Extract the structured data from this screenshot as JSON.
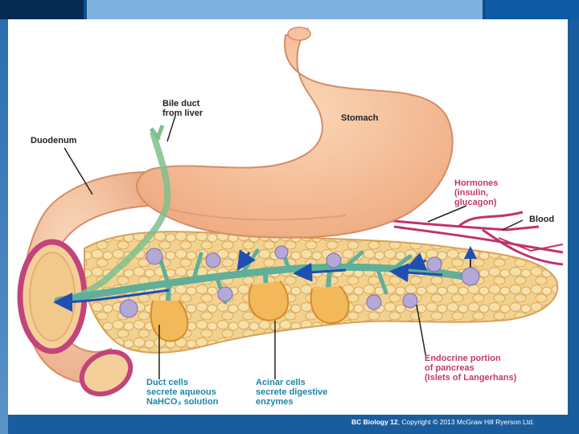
{
  "labels": {
    "bile_duct": "Bile duct\nfrom liver",
    "stomach": "Stomach",
    "duodenum": "Duodenum",
    "hormones": "Hormones\n(insulin,\nglucagon)",
    "blood": "Blood",
    "endocrine": "Endocrine portion\nof pancreas\n(Islets of Langerhans)",
    "duct_cells": "Duct cells\nsecrete aqueous\nNaHCO₃ solution",
    "acinar_cells": "Acinar cells\nsecrete digestive\nenzymes"
  },
  "credit": {
    "book": "BC Biology 12",
    "rest": ", Copyright © 2013 McGraw Hill Ryerson Ltd."
  },
  "colors": {
    "stomach": "#f7c39a",
    "pancreas": "#f1d9a0",
    "duct": "#2f7f7a",
    "arrow": "#1f4fb0",
    "islet": "#9a8fc9",
    "blood": "#c2336a"
  }
}
